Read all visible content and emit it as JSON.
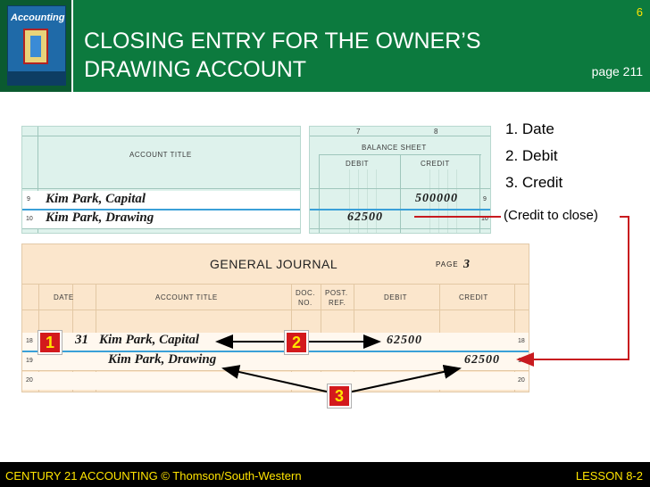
{
  "header": {
    "title_line1": "CLOSING ENTRY FOR THE OWNER’S",
    "title_line2": "DRAWING ACCOUNT",
    "slide_number": "6",
    "page_ref": "page 211",
    "book_brand": "Accounting"
  },
  "worksheet": {
    "account_title_header": "ACCOUNT TITLE",
    "column_7": "7",
    "column_8": "8",
    "balance_sheet_header": "BALANCE SHEET",
    "debit_header": "DEBIT",
    "credit_header": "CREDIT",
    "rows": [
      {
        "num": "9",
        "title": "Kim Park, Capital",
        "debit": "",
        "credit": "500000",
        "right_num": "9"
      },
      {
        "num": "10",
        "title": "Kim Park, Drawing",
        "debit": "62500",
        "credit": "",
        "right_num": "10"
      }
    ]
  },
  "steps": [
    "1.  Date",
    "2.  Debit",
    "3.  Credit"
  ],
  "credit_note": "(Credit to close)",
  "journal": {
    "title": "GENERAL JOURNAL",
    "page_label": "PAGE",
    "page_number": "3",
    "headers": {
      "date": "DATE",
      "account_title": "ACCOUNT TITLE",
      "doc_no_1": "DOC.",
      "doc_no_2": "NO.",
      "post_ref_1": "POST.",
      "post_ref_2": "REF.",
      "debit": "DEBIT",
      "credit": "CREDIT"
    },
    "rows": [
      {
        "num": "18",
        "day": "31",
        "title": "Kim Park, Capital",
        "debit": "62500",
        "credit": "",
        "right_num": "18"
      },
      {
        "num": "19",
        "day": "",
        "title": "Kim Park, Drawing",
        "debit": "",
        "credit": "62500",
        "right_num": "19"
      },
      {
        "num": "20",
        "day": "",
        "title": "",
        "debit": "",
        "credit": "",
        "right_num": "20"
      }
    ]
  },
  "callouts": [
    "1",
    "2",
    "3"
  ],
  "footer": {
    "left": "CENTURY 21 ACCOUNTING © Thomson/South-Western",
    "right": "LESSON  8-2"
  },
  "colors": {
    "header_green": "#0c7a3e",
    "callout_red": "#d3191c",
    "callout_text": "#ffe400",
    "arrow_red": "#c81a1f",
    "worksheet_bg": "#def2ec",
    "journal_bg": "#fbe6cc"
  }
}
